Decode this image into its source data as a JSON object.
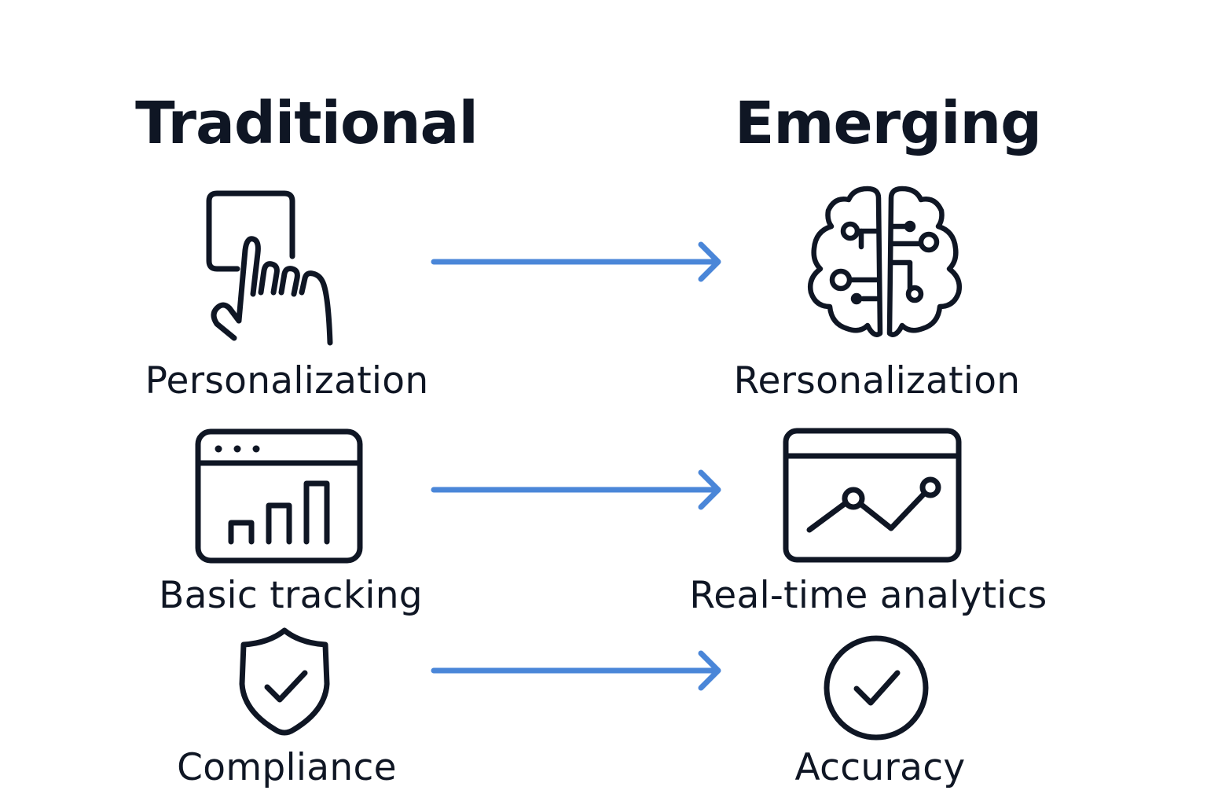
{
  "colors": {
    "ink": "#0f1624",
    "arrow": "#4a86d8",
    "background": "#ffffff"
  },
  "headings": {
    "left": "Traditional",
    "right": "Emerging"
  },
  "rows": [
    {
      "left": {
        "label": "Personalization",
        "icon": "hand-pointer-icon"
      },
      "right": {
        "label": "Rersonalization",
        "icon": "brain-circuit-icon"
      }
    },
    {
      "left": {
        "label": "Basic tracking",
        "icon": "browser-bar-chart-icon"
      },
      "right": {
        "label": "Real-time analytics",
        "icon": "browser-line-chart-icon"
      }
    },
    {
      "left": {
        "label": "Compliance",
        "icon": "shield-check-icon"
      },
      "right": {
        "label": "Accuracy",
        "icon": "circle-check-icon"
      }
    }
  ]
}
